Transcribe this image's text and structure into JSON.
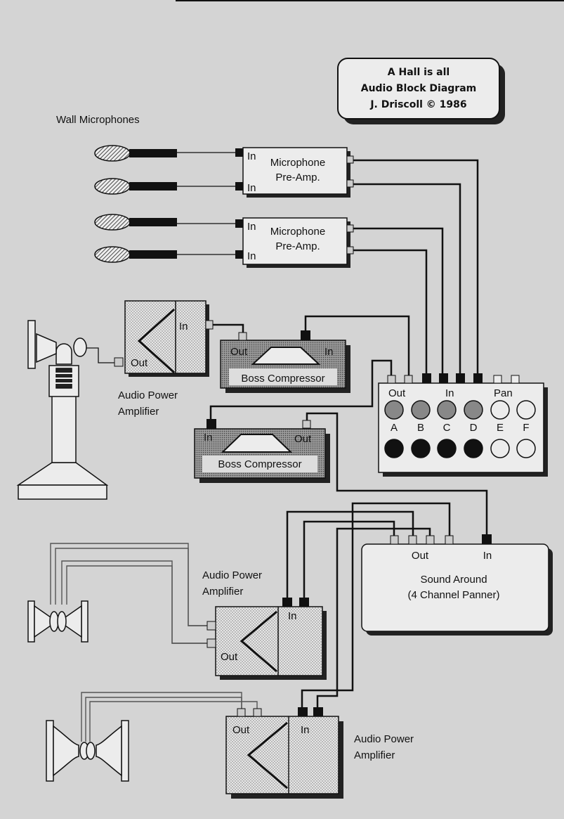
{
  "title_box": {
    "line1": "A Hall is all",
    "line2": "Audio Block Diagram",
    "line3": "J. Driscoll  ©  1986"
  },
  "wall_microphones_label": "Wall Microphones",
  "preamp": {
    "line1": "Microphone",
    "line2": "Pre-Amp.",
    "in_label": "In"
  },
  "compressor": {
    "name": "Boss Compressor",
    "in_label": "In",
    "out_label": "Out"
  },
  "mixer": {
    "out_label": "Out",
    "in_label": "In",
    "pan_label": "Pan",
    "channels": [
      "A",
      "B",
      "C",
      "D",
      "E",
      "F"
    ]
  },
  "amplifier": {
    "line1": "Audio Power",
    "line2": "Amplifier",
    "in_label": "In",
    "out_label": "Out"
  },
  "sound_around": {
    "line1": "Sound Around",
    "line2": "(4 Channel Panner)",
    "out_label": "Out",
    "in_label": "In"
  }
}
